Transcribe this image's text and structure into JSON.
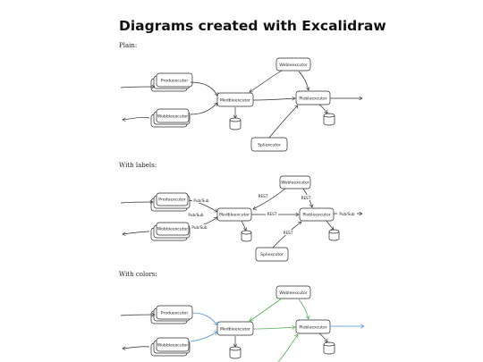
{
  "page": {
    "title": "Diagrams created with Excalidraw",
    "sections": [
      {
        "label": "Plain:"
      },
      {
        "label": "With labels:"
      },
      {
        "label": "With colors:"
      }
    ]
  },
  "nodes": {
    "producer": "Produexcutor",
    "publisher": "Wobbleexcutor",
    "mediator": "Medbleexcutor",
    "web": "Webleexcutor",
    "processor": "Plobleexcutor",
    "spliter": "Spliexcutor"
  },
  "edge_labels": {
    "pubsub1": "Pub/Sub",
    "pubsub2": "Pub/Sub",
    "pubsub3": "Pub/Sub",
    "pubsub_out": "Pub/Sub",
    "rest1": "REST",
    "rest2": "REST",
    "rest3": "REST",
    "rest4": "REST"
  },
  "colors": {
    "ink": "#2b2b2b",
    "green": "#4caf50",
    "blue": "#4a90d9"
  }
}
